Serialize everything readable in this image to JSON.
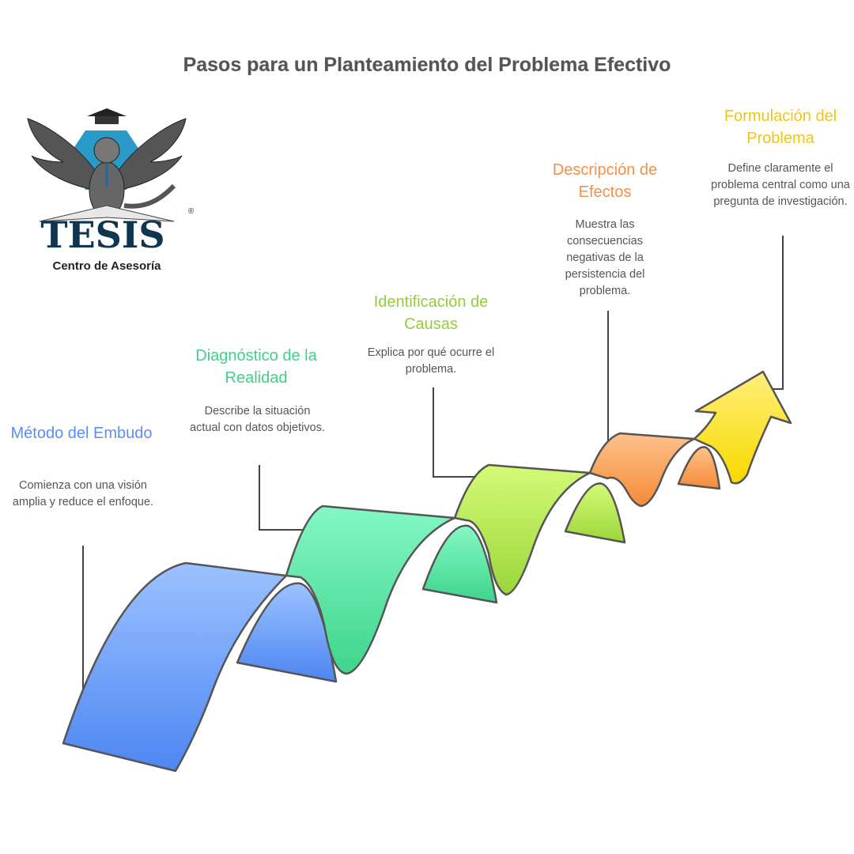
{
  "title": "Pasos para un Planteamiento del Problema Efectivo",
  "logo": {
    "brand": "TESIS",
    "subtitle": "Centro de Asesoría",
    "registered": "®"
  },
  "steps": [
    {
      "title": "Método del Embudo",
      "description": "Comienza con una visión amplia y reduce el enfoque.",
      "color": "#5b8ef0"
    },
    {
      "title": "Diagnóstico de la Realidad",
      "description": "Describe la situación actual con datos objetivos.",
      "color": "#3fd08a"
    },
    {
      "title": "Identificación de Causas",
      "description": "Explica por qué ocurre el problema.",
      "color": "#94cc3a"
    },
    {
      "title": "Descripción de Efectos",
      "description": "Muestra las consecuencias negativas de la persistencia del problema.",
      "color": "#f2904a"
    },
    {
      "title": "Formulación del Problema",
      "description": "Define claramente el problema central como una pregunta de investigación.",
      "color": "#f0c419"
    }
  ]
}
